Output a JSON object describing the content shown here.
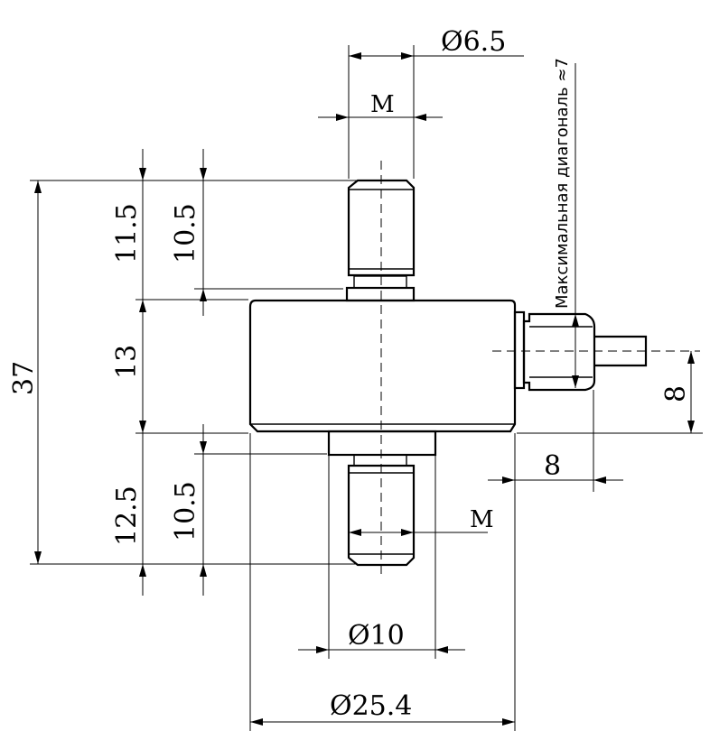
{
  "dims": {
    "d_6_5": "Ø6.5",
    "m_top": "M",
    "d_11_5": "11.5",
    "d_10_5_top": "10.5",
    "d_37": "37",
    "d_13": "13",
    "d_12_5": "12.5",
    "d_10_5_bot": "10.5",
    "m_bot": "M",
    "d_10": "Ø10",
    "d_25_4": "Ø25.4",
    "d_8_v": "8",
    "d_8_h": "8"
  },
  "note": "Максимальная диагональ ≈7"
}
